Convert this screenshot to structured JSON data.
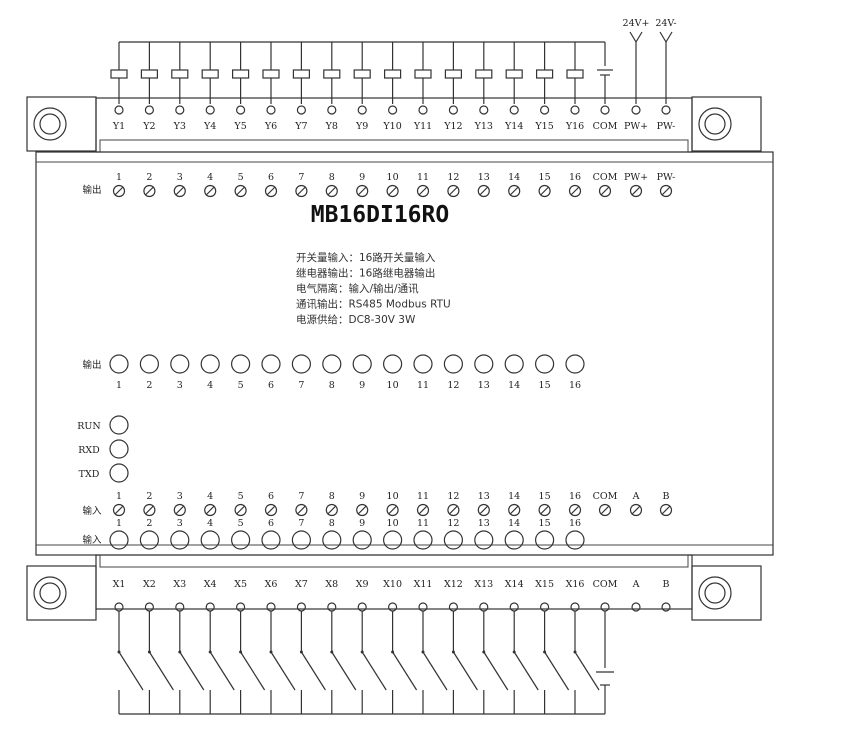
{
  "model": "MB16DI16RO",
  "specs": [
    "开关量输入：16路开关量输入",
    "继电器输出：16路继电器输出",
    "电气隔离：输入/输出/通讯",
    "通讯输出：RS485 Modbus RTU",
    "电源供给：DC8-30V 3W"
  ],
  "top_terminals": [
    "Y1",
    "Y2",
    "Y3",
    "Y4",
    "Y5",
    "Y6",
    "Y7",
    "Y8",
    "Y9",
    "Y10",
    "Y11",
    "Y12",
    "Y13",
    "Y14",
    "Y15",
    "Y16",
    "COM",
    "PW+",
    "PW-"
  ],
  "power_labels": [
    "24V+",
    "24V-"
  ],
  "output_label": "输出",
  "input_label": "输入",
  "output_screw_labels": [
    "1",
    "2",
    "3",
    "4",
    "5",
    "6",
    "7",
    "8",
    "9",
    "10",
    "11",
    "12",
    "13",
    "14",
    "15",
    "16",
    "COM",
    "PW+",
    "PW-"
  ],
  "led_numbers": [
    "1",
    "2",
    "3",
    "4",
    "5",
    "6",
    "7",
    "8",
    "9",
    "10",
    "11",
    "12",
    "13",
    "14",
    "15",
    "16"
  ],
  "status_leds": [
    "RUN",
    "RXD",
    "TXD"
  ],
  "input_screw_labels": [
    "1",
    "2",
    "3",
    "4",
    "5",
    "6",
    "7",
    "8",
    "9",
    "10",
    "11",
    "12",
    "13",
    "14",
    "15",
    "16",
    "COM",
    "A",
    "B"
  ],
  "bottom_terminals": [
    "X1",
    "X2",
    "X3",
    "X4",
    "X5",
    "X6",
    "X7",
    "X8",
    "X9",
    "X10",
    "X11",
    "X12",
    "X13",
    "X14",
    "X15",
    "X16",
    "COM",
    "A",
    "B"
  ]
}
